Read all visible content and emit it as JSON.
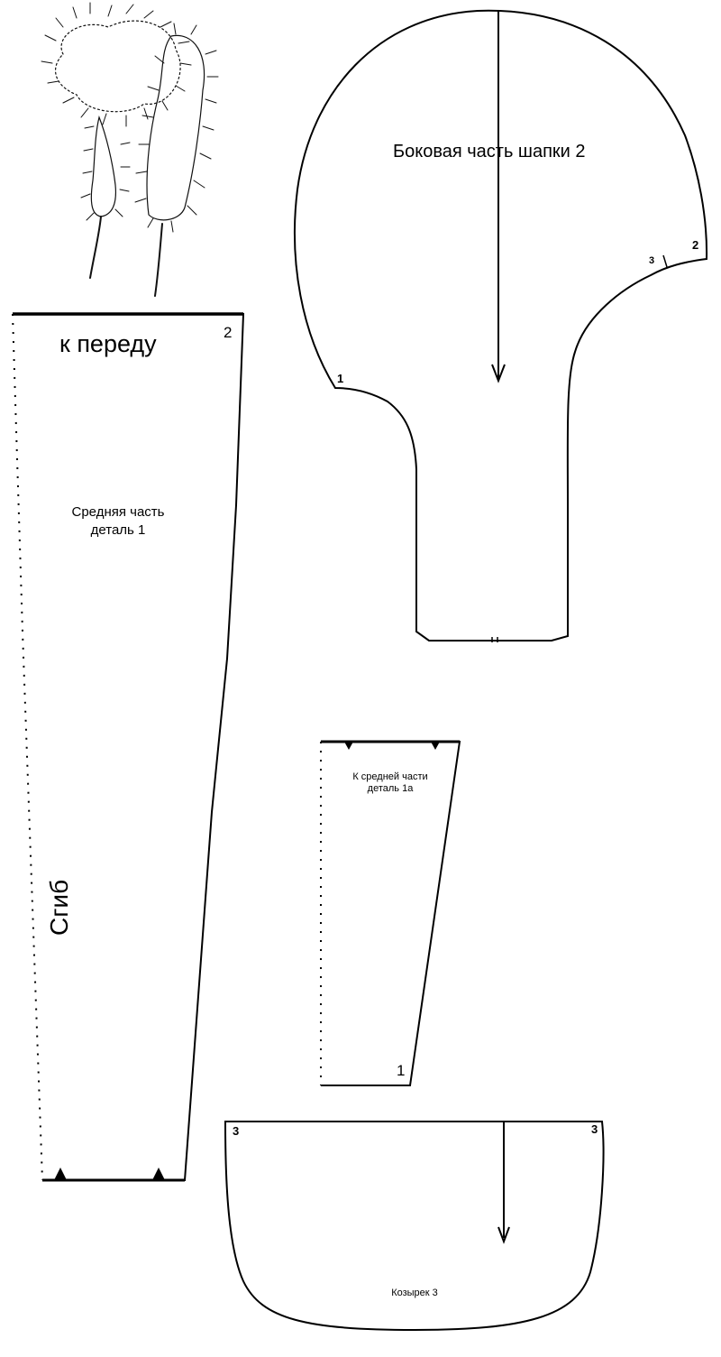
{
  "illustration": {
    "name": "hat-sketch"
  },
  "pieces": {
    "middle": {
      "front_label": "к переду",
      "title_line1": "Средняя часть",
      "title_line2": "деталь 1",
      "fold_label": "Сгиб",
      "corner_mark": "2"
    },
    "side": {
      "title": "Боковая часть шапки  2",
      "mark_1": "1",
      "mark_2": "2",
      "mark_3": "3"
    },
    "insert": {
      "title_line1": "К средней части",
      "title_line2": "деталь 1а",
      "mark_1": "1"
    },
    "visor": {
      "title": "Козырек  3",
      "mark_left": "3",
      "mark_right": "3"
    }
  }
}
